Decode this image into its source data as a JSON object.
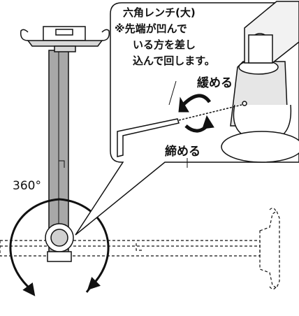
{
  "callout": {
    "lines": [
      "六角レンチ(大)",
      "※先端が凹んで",
      "いる方を差し",
      "込んで回します。"
    ],
    "loosen_label": "緩める",
    "tighten_label": "締める"
  },
  "rotation_label": "360°",
  "colors": {
    "stroke": "#111111",
    "pole_fill": "#a8a8a8",
    "background": "#ffffff"
  }
}
